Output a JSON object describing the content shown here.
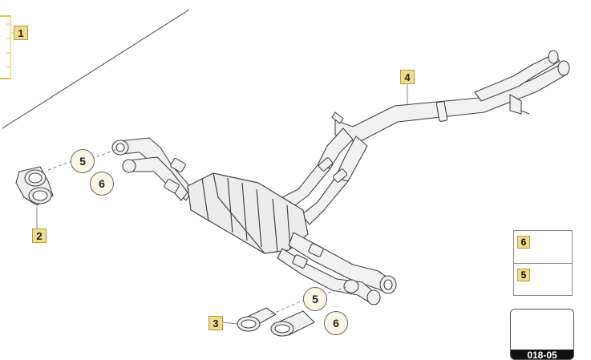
{
  "callouts": {
    "c1": "1",
    "c2": "2",
    "c3": "3",
    "c4": "4",
    "c5a": "5",
    "c6a": "6",
    "c5b": "5",
    "c6b": "6"
  },
  "legend": {
    "row1_num": "6",
    "row2_num": "5"
  },
  "nav": {
    "code": "018-05"
  },
  "colors": {
    "callout_fill": "#f2dc8c",
    "callout_border": "#b89a3a",
    "pipe_fill": "#f1f1f1",
    "pipe_stroke": "#444444"
  },
  "icons": {
    "legend_row1": "bolt-icon",
    "legend_row2": "clamp-icon",
    "nav": "next-page-arrow-icon"
  }
}
